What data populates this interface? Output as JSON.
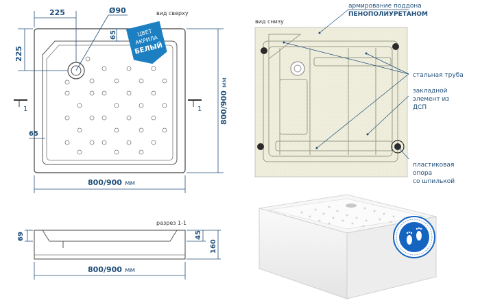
{
  "top_view": {
    "view_label": "вид сверху",
    "dim_left_225": "225",
    "dim_top_225": "225",
    "dim_diameter": "Ø90",
    "dim_65_top": "65",
    "dim_65_left": "65",
    "dim_width": "800/900",
    "dim_width_unit": "мм",
    "dim_height": "800/900",
    "dim_height_unit": "мм",
    "section_mark": "1",
    "badge_line1": "ЦВЕТ",
    "badge_line2": "АКРИЛА",
    "badge_line3": "БЕЛЫЙ"
  },
  "bottom_view": {
    "view_label": "вид снизу",
    "annotations": {
      "reinforcement_line1": "армирование поддона",
      "reinforcement_line2": "ПЕНОПОЛИУРЕТАНОМ",
      "steel_pipe": "стальная труба",
      "insert_line1": "закладной",
      "insert_line2": "элемент из",
      "insert_line3": "ДСП",
      "support_line1": "пластиковая",
      "support_line2": "опора",
      "support_line3": "со шпилькой"
    }
  },
  "section_view": {
    "label": "разрез 1-1",
    "dim_69": "69",
    "dim_45": "45",
    "dim_160": "160",
    "dim_width": "800/900",
    "dim_width_unit": "мм"
  },
  "colors": {
    "dimension_blue": "#1f4e79",
    "badge_blue": "#1c7fc1",
    "foam": "#efeedd",
    "logo_blue": "#1565c0"
  }
}
